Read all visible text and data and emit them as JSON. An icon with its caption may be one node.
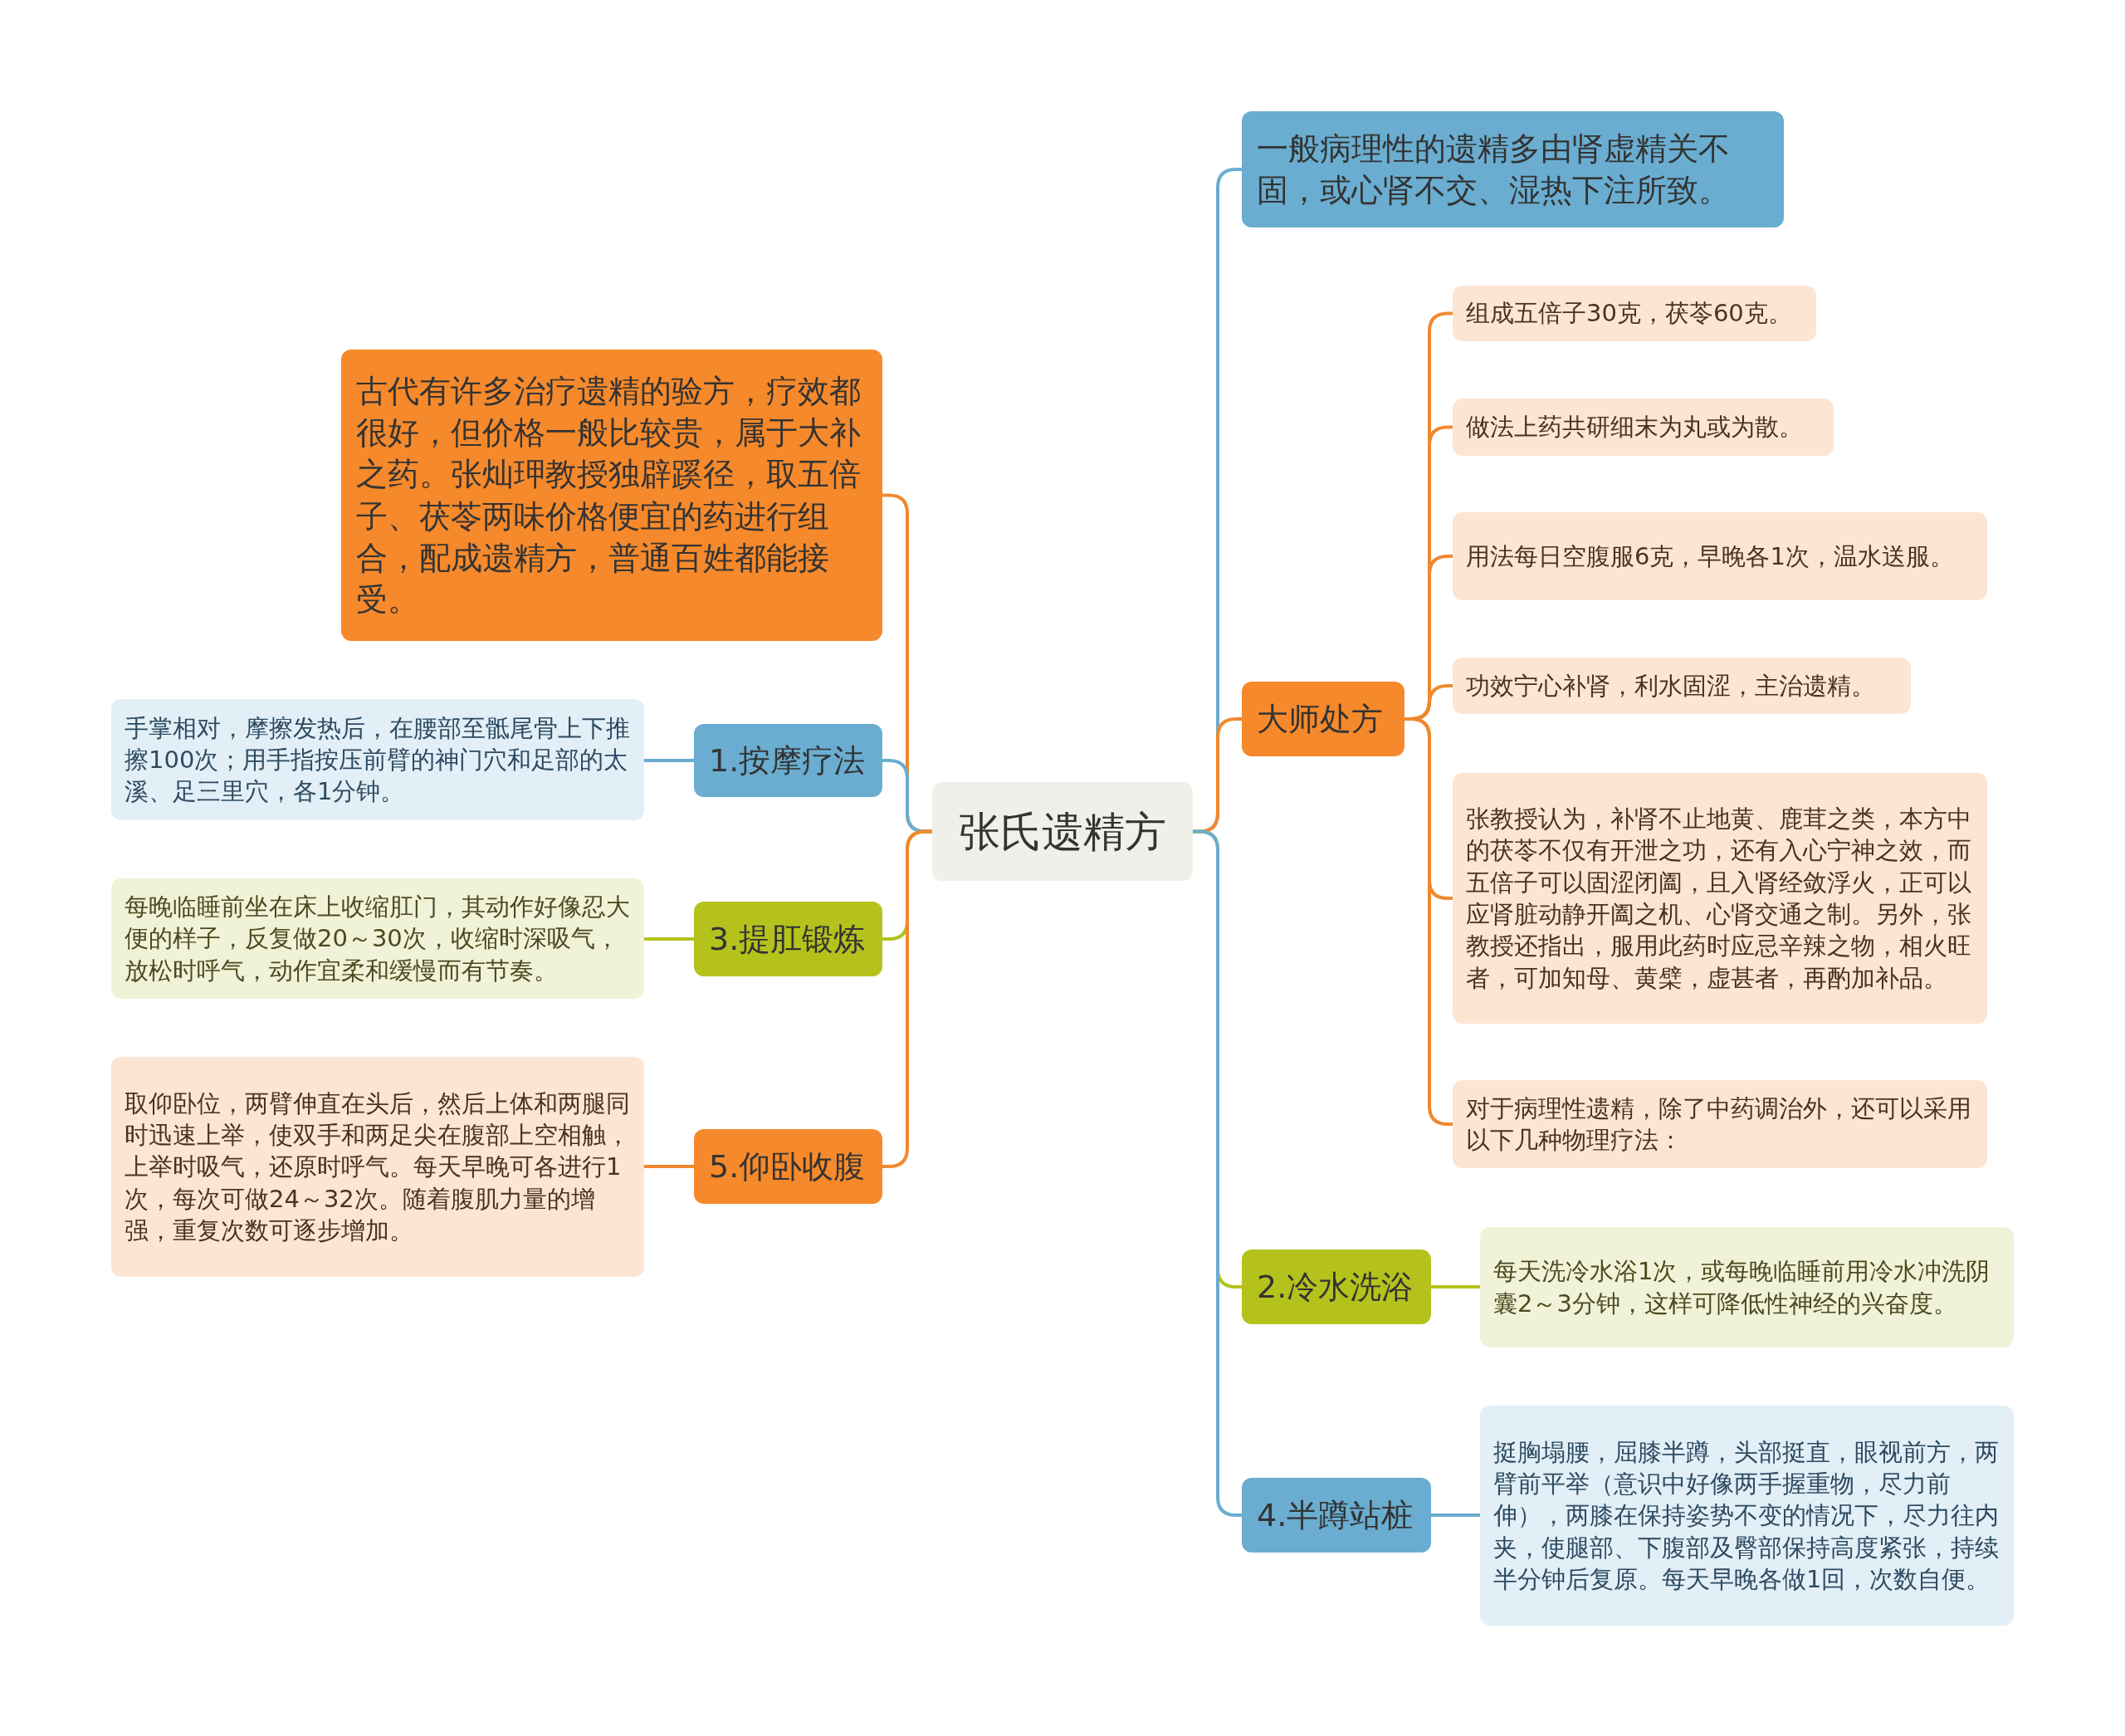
{
  "diagram": {
    "nodes": [
      {
        "text": [
          "张氏遗精方"
        ]
      },
      {
        "text": [
          "古代有许多治疗遗精的验方，疗效都很好，但价格一般比较贵，属于大补之药。张灿玾教授独辟蹊径，取五倍子、茯苓两味价格便宜的药进行组合，配成遗精方，普通百姓都能接受。"
        ]
      },
      {
        "text": [
          "1.按摩疗法"
        ]
      },
      {
        "text": [
          "手掌相对，摩擦发热后，在腰部至骶尾骨上下推擦100次；用手指按压前臂的神门穴和足部的太溪、足三里穴，各1分钟。"
        ]
      },
      {
        "text": [
          "3.提肛锻炼"
        ]
      },
      {
        "text": [
          "每晚临睡前坐在床上收缩肛门，其动作好像忍大便的样子，反复做20～30次，收缩时深吸气，放松时呼气，动作宜柔和缓慢而有节奏。"
        ]
      },
      {
        "text": [
          "5.仰卧收腹"
        ]
      },
      {
        "text": [
          "取仰卧位，两臂伸直在头后，然后上体和两腿同时迅速上举，使双手和两足尖在腹部上空相触，上举时吸气，还原时呼气。每天早晚可各进行1次，每次可做24～32次。随着腹肌力量的增强，重复次数可逐步增加。"
        ]
      },
      {
        "text": [
          "一般病理性的遗精多由肾虚精关不固，或心肾不交、湿热下注所致。"
        ]
      },
      {
        "text": [
          "大师处方"
        ]
      },
      {
        "text": [
          "组成五倍子30克，茯苓60克。"
        ]
      },
      {
        "text": [
          "做法上药共研细末为丸或为散。"
        ]
      },
      {
        "text": [
          "用法每日空腹服6克，早晚各1次，温水送服。"
        ]
      },
      {
        "text": [
          "功效宁心补肾，利水固涩，主治遗精。"
        ]
      },
      {
        "text": [
          "张教授认为，补肾不止地黄、鹿茸之类，本方中的茯苓不仅有开泄之功，还有入心宁神之效，而五倍子可以固涩闭阖，且入肾经敛浮火，正可以应肾脏动静开阖之机、心肾交通之制。另外，张教授还指出，服用此药时应忌辛辣之物，相火旺者，可加知母、黄檗，虚甚者，再酌加补品。"
        ]
      },
      {
        "text": [
          "对于病理性遗精，除了中药调治外，还可以采用以下几种物理疗法："
        ]
      },
      {
        "text": [
          "2.冷水洗浴"
        ]
      },
      {
        "text": [
          "每天洗冷水浴1次，或每晚临睡前用冷水冲洗阴囊2～3分钟，这样可降低性神经的兴奋度。"
        ]
      },
      {
        "text": [
          "4.半蹲站桩"
        ]
      },
      {
        "text": [
          "挺胸塌腰，屈膝半蹲，头部挺直，眼视前方，两臂前平举（意识中好像两手握重物，尽力前伸），两膝在保持姿势不变的情况下，尽力往内夹，使腿部、下腹部及臀部保持高度紧张，持续半分钟后复原。每天早晚各做1回，次数自便。"
        ]
      }
    ],
    "edges": [
      {
        "from": 0,
        "to": 1,
        "arrow": "none"
      },
      {
        "from": 0,
        "to": 2,
        "arrow": "none",
        "color": "#6aadd0"
      },
      {
        "from": 2,
        "to": 3,
        "arrow": "none",
        "color": "#6aadd0"
      },
      {
        "from": 0,
        "to": 4,
        "arrow": "none",
        "color": "#b5c21c"
      },
      {
        "from": 4,
        "to": 5,
        "arrow": "none",
        "color": "#b5c21c"
      },
      {
        "from": 0,
        "to": 6,
        "arrow": "none"
      },
      {
        "from": 6,
        "to": 7,
        "arrow": "none"
      },
      {
        "from": 0,
        "to": 8,
        "arrow": "none",
        "color": "#6aadd0"
      },
      {
        "from": 0,
        "to": 9,
        "arrow": "none"
      },
      {
        "from": 9,
        "to": 10,
        "arrow": "none"
      },
      {
        "from": 9,
        "to": 11,
        "arrow": "none"
      },
      {
        "from": 9,
        "to": 12,
        "arrow": "none"
      },
      {
        "from": 9,
        "to": 13,
        "arrow": "none"
      },
      {
        "from": 9,
        "to": 14,
        "arrow": "none"
      },
      {
        "from": 9,
        "to": 15,
        "arrow": "none"
      },
      {
        "from": 0,
        "to": 16,
        "arrow": "none",
        "color": "#b5c21c"
      },
      {
        "from": 16,
        "to": 17,
        "arrow": "none",
        "color": "#b5c21c"
      },
      {
        "from": 0,
        "to": 18,
        "arrow": "none",
        "color": "#6aadd0"
      },
      {
        "from": 18,
        "to": 19,
        "arrow": "none",
        "color": "#6aadd0"
      }
    ]
  }
}
